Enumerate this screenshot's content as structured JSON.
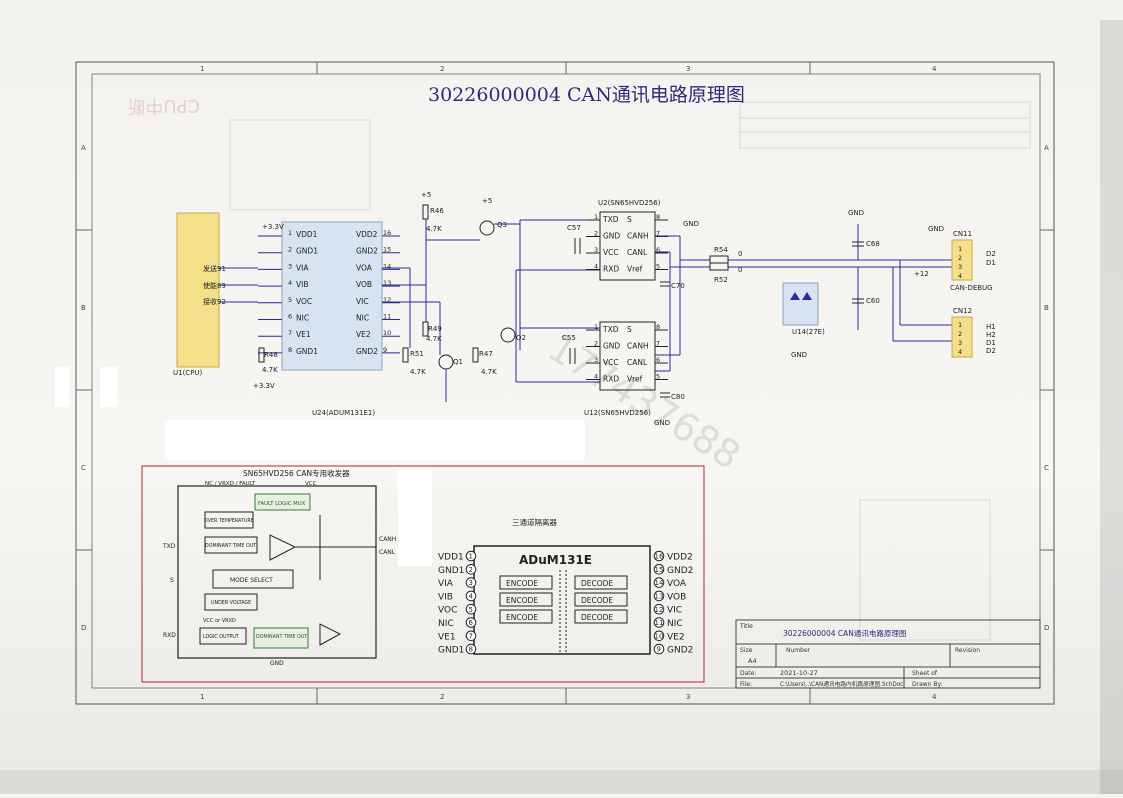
{
  "sheet": {
    "title": "30226000004 CAN通讯电路原理图",
    "ghost_mirror_text": "CPU中断",
    "col_markers": [
      "1",
      "2",
      "3",
      "4"
    ],
    "row_markers": [
      "A",
      "B",
      "C",
      "D"
    ]
  },
  "cpu": {
    "ref": "U1(CPU)",
    "labels": [
      "发送91",
      "使能89",
      "接收92"
    ]
  },
  "isolator": {
    "ref": "U24(ADUM131E1)",
    "left_pins": [
      {
        "n": "1",
        "name": "VDD1"
      },
      {
        "n": "2",
        "name": "GND1"
      },
      {
        "n": "3",
        "name": "VIA"
      },
      {
        "n": "4",
        "name": "VIB"
      },
      {
        "n": "5",
        "name": "VOC"
      },
      {
        "n": "6",
        "name": "NIC"
      },
      {
        "n": "7",
        "name": "VE1"
      },
      {
        "n": "8",
        "name": "GND1"
      }
    ],
    "right_pins": [
      {
        "n": "16",
        "name": "VDD2"
      },
      {
        "n": "15",
        "name": "GND2"
      },
      {
        "n": "14",
        "name": "VOA"
      },
      {
        "n": "13",
        "name": "VOB"
      },
      {
        "n": "12",
        "name": "VIC"
      },
      {
        "n": "11",
        "name": "NIC"
      },
      {
        "n": "10",
        "name": "VE2"
      },
      {
        "n": "9",
        "name": "GND2"
      }
    ],
    "supply": "+3.3V",
    "r48": "R48",
    "r48_val": "4.7K"
  },
  "components": {
    "r46": "R46",
    "r46_val": "4.7K",
    "r49": "R49",
    "r49_val": "4.7K",
    "r51": "R51",
    "r51_val": "4.7K",
    "r47": "R47",
    "r47_val": "4.7K",
    "q1": "Q1",
    "q2": "Q2",
    "q3": "Q3",
    "plus5": "+5",
    "gnd": "GND",
    "c57": "C57",
    "c55": "C55",
    "c70": "C70",
    "c80": "C80",
    "c68": "C68",
    "c60": "C60",
    "r54": "R54",
    "r52": "R52",
    "zero": "0",
    "tvs": "U14(27E)",
    "plus12": "+12"
  },
  "transceiver_top": {
    "ref": "U2(SN65HVD256)",
    "left": [
      {
        "n": "1",
        "name": "TXD"
      },
      {
        "n": "2",
        "name": "GND"
      },
      {
        "n": "3",
        "name": "VCC"
      },
      {
        "n": "4",
        "name": "RXD"
      }
    ],
    "right": [
      {
        "n": "8",
        "name": "S"
      },
      {
        "n": "7",
        "name": "CANH"
      },
      {
        "n": "6",
        "name": "CANL"
      },
      {
        "n": "5",
        "name": "Vref"
      }
    ]
  },
  "transceiver_bottom": {
    "ref": "U12(SN65HVD256)",
    "left": [
      {
        "n": "1",
        "name": "TXD"
      },
      {
        "n": "2",
        "name": "GND"
      },
      {
        "n": "3",
        "name": "VCC"
      },
      {
        "n": "4",
        "name": "RXD"
      }
    ],
    "right": [
      {
        "n": "8",
        "name": "S"
      },
      {
        "n": "7",
        "name": "CANH"
      },
      {
        "n": "6",
        "name": "CANL"
      },
      {
        "n": "5",
        "name": "Vref"
      }
    ]
  },
  "connectors": {
    "cn11": {
      "ref": "CN11",
      "name": "CAN-DEBUG",
      "pins": [
        "1",
        "2",
        "3",
        "4"
      ],
      "signals": [
        "D2",
        "D1"
      ]
    },
    "cn12": {
      "ref": "CN12",
      "pins": [
        "1",
        "2",
        "3",
        "4"
      ],
      "signals": [
        "H1",
        "H2",
        "D1",
        "D2"
      ]
    }
  },
  "inset_sn65": {
    "title": "SN65HVD256  CAN专用收发器",
    "top_label": "NC / VRXD / FAULT",
    "vcc": "VCC",
    "fault_mux": "FAULT LOGIC MUX",
    "over_temp": "OVER TEMPERATURE",
    "dominant": "DOMINANT TIME OUT",
    "mode_select": "MODE SELECT",
    "undervolt": "UNDER VOLTAGE",
    "logic_out": "LOGIC OUTPUT",
    "dominant2": "DOMINANT TIME OUT",
    "vcc_vrxd": "VCC or VRXD",
    "txd": "TXD",
    "s": "S",
    "rxd": "RXD",
    "canh": "CANH",
    "canl": "CANL",
    "gnd": "GND"
  },
  "inset_adum": {
    "caption": "三通道隔离器",
    "name": "ADuM131E",
    "left": [
      {
        "n": "1",
        "name": "VDD1"
      },
      {
        "n": "2",
        "name": "GND1"
      },
      {
        "n": "3",
        "name": "VIA"
      },
      {
        "n": "4",
        "name": "VIB"
      },
      {
        "n": "5",
        "name": "VOC"
      },
      {
        "n": "6",
        "name": "NIC"
      },
      {
        "n": "7",
        "name": "VE1"
      },
      {
        "n": "8",
        "name": "GND1"
      }
    ],
    "right": [
      {
        "n": "16",
        "name": "VDD2"
      },
      {
        "n": "15",
        "name": "GND2"
      },
      {
        "n": "14",
        "name": "VOA"
      },
      {
        "n": "13",
        "name": "VOB"
      },
      {
        "n": "12",
        "name": "VIC"
      },
      {
        "n": "11",
        "name": "NIC"
      },
      {
        "n": "10",
        "name": "VE2"
      },
      {
        "n": "9",
        "name": "GND2"
      }
    ],
    "encode": "ENCODE",
    "decode": "DECODE"
  },
  "title_block": {
    "title_label": "Title",
    "title_value": "30226000004 CAN通讯电路原理图",
    "size_label": "Size",
    "size_value": "A4",
    "number_label": "Number",
    "revision_label": "Revision",
    "date_label": "Date:",
    "date_value": "2021-10-27",
    "file_label": "File:",
    "file_value": "C:\\Users\\..\\CAN通讯电路内机篇原理图.SchDoc",
    "sheet_label": "Sheet   of",
    "drawn_label": "Drawn By:"
  },
  "watermark": "177437688"
}
